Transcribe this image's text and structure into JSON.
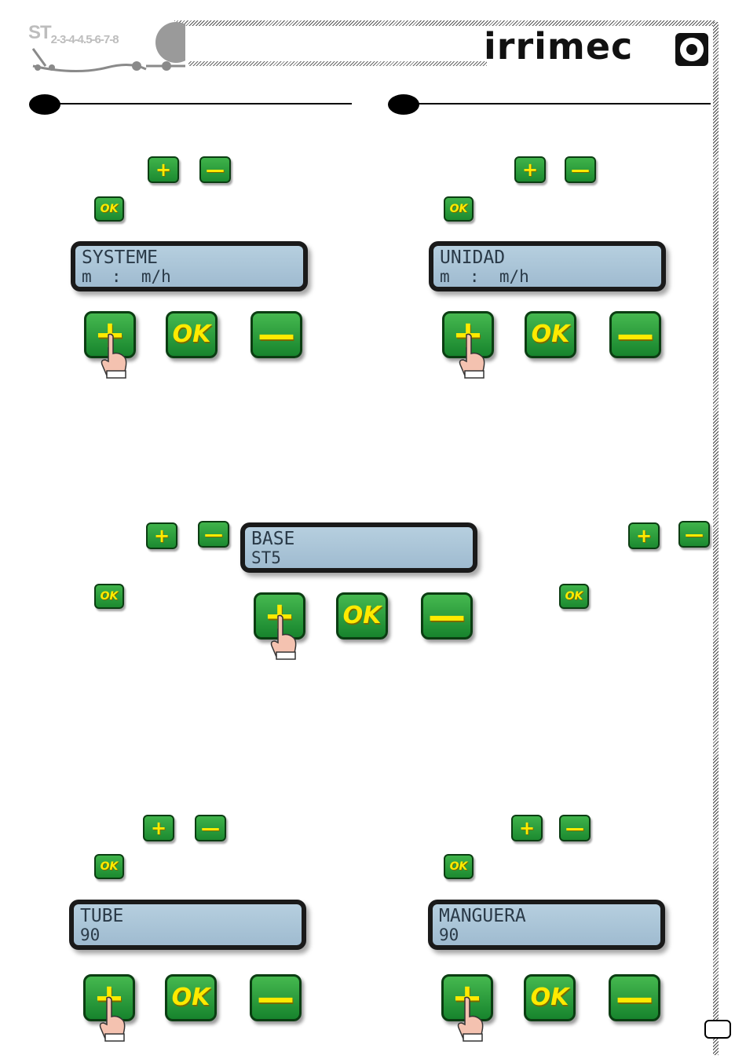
{
  "header": {
    "model_prefix": "ST",
    "model_numbers": "2-3-4-4.5-6-7-8",
    "brand": "irrimec"
  },
  "keys": {
    "plus": "+",
    "minus": "—",
    "ok": "OK"
  },
  "panels": [
    {
      "line1": "SYSTEME",
      "line2": "m  :  m/h"
    },
    {
      "line1": "UNIDAD",
      "line2": "m  :  m/h"
    },
    {
      "line1": "BASE",
      "line2": "ST5"
    },
    {
      "line1": "TUBE",
      "line2": "90"
    },
    {
      "line1": "MANGUERA",
      "line2": "90"
    }
  ]
}
